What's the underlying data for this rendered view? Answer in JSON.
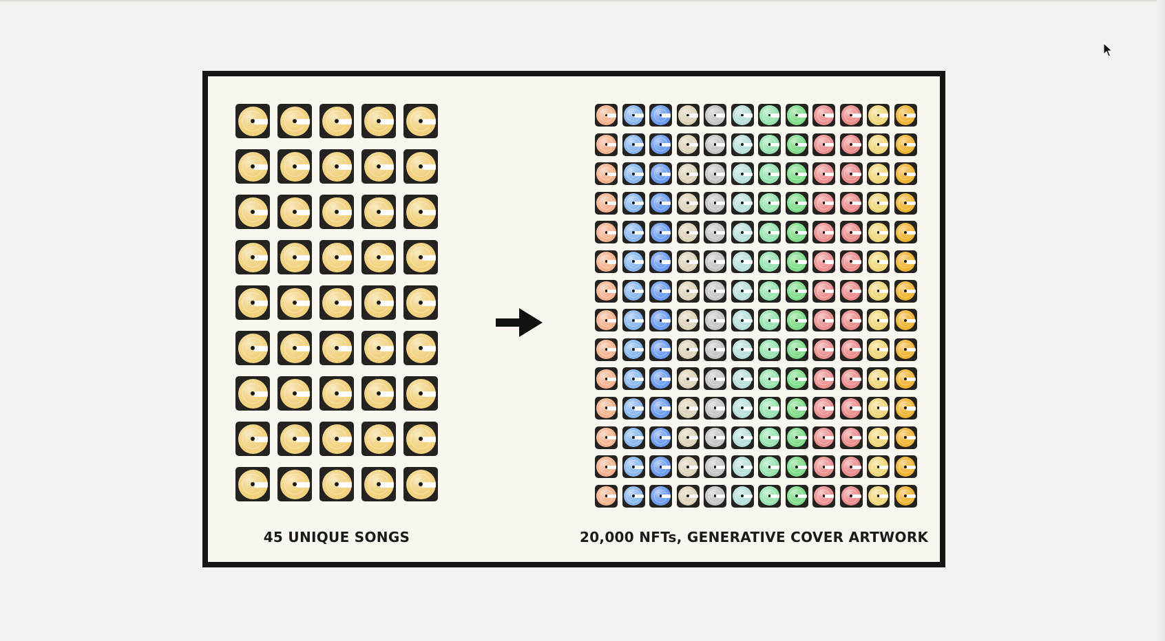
{
  "left": {
    "caption": "45 UNIQUE SONGS",
    "rows": 9,
    "cols": 5,
    "color": "#f2d27f"
  },
  "right": {
    "caption": "20,000 NFTs, GENERATIVE COVER ARTWORK",
    "rows": 14,
    "column_colors": [
      "#f4b48f",
      "#8ab8ee",
      "#6e9df0",
      "#ddd3b8",
      "#c6c6c6",
      "#b9e0dc",
      "#97e3af",
      "#7fdc8a",
      "#ec9191",
      "#ec8c8c",
      "#f0d77a",
      "#f0b534"
    ]
  },
  "arrow": {
    "icon": "right-arrow-icon",
    "color": "#111111"
  },
  "cursor": {
    "icon": "mouse-pointer-icon"
  }
}
